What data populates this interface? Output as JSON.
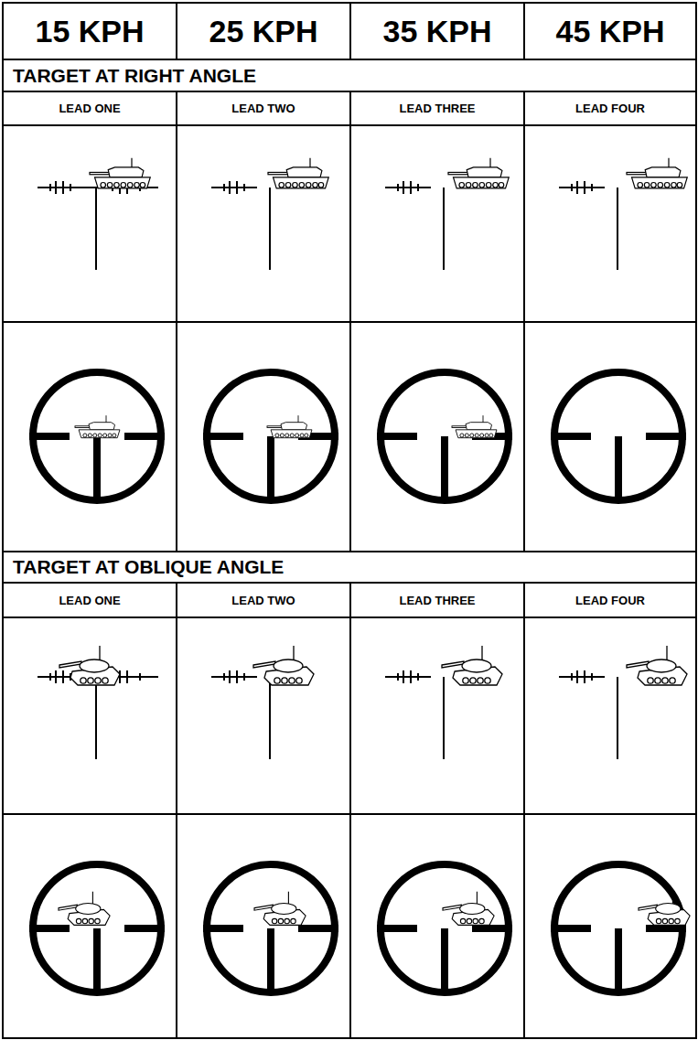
{
  "diagram": {
    "labels": [
      "15 KPH",
      "25 KPH",
      "35 KPH",
      "45 KPH",
      "TARGET AT RIGHT ANGLE",
      "LEAD ONE",
      "LEAD TWO",
      "LEAD THREE",
      "LEAD FOUR",
      "TARGET AT OBLIQUE ANGLE",
      "LEAD ONE",
      "LEAD TWO",
      "LEAD THREE",
      "LEAD FOUR"
    ]
  }
}
